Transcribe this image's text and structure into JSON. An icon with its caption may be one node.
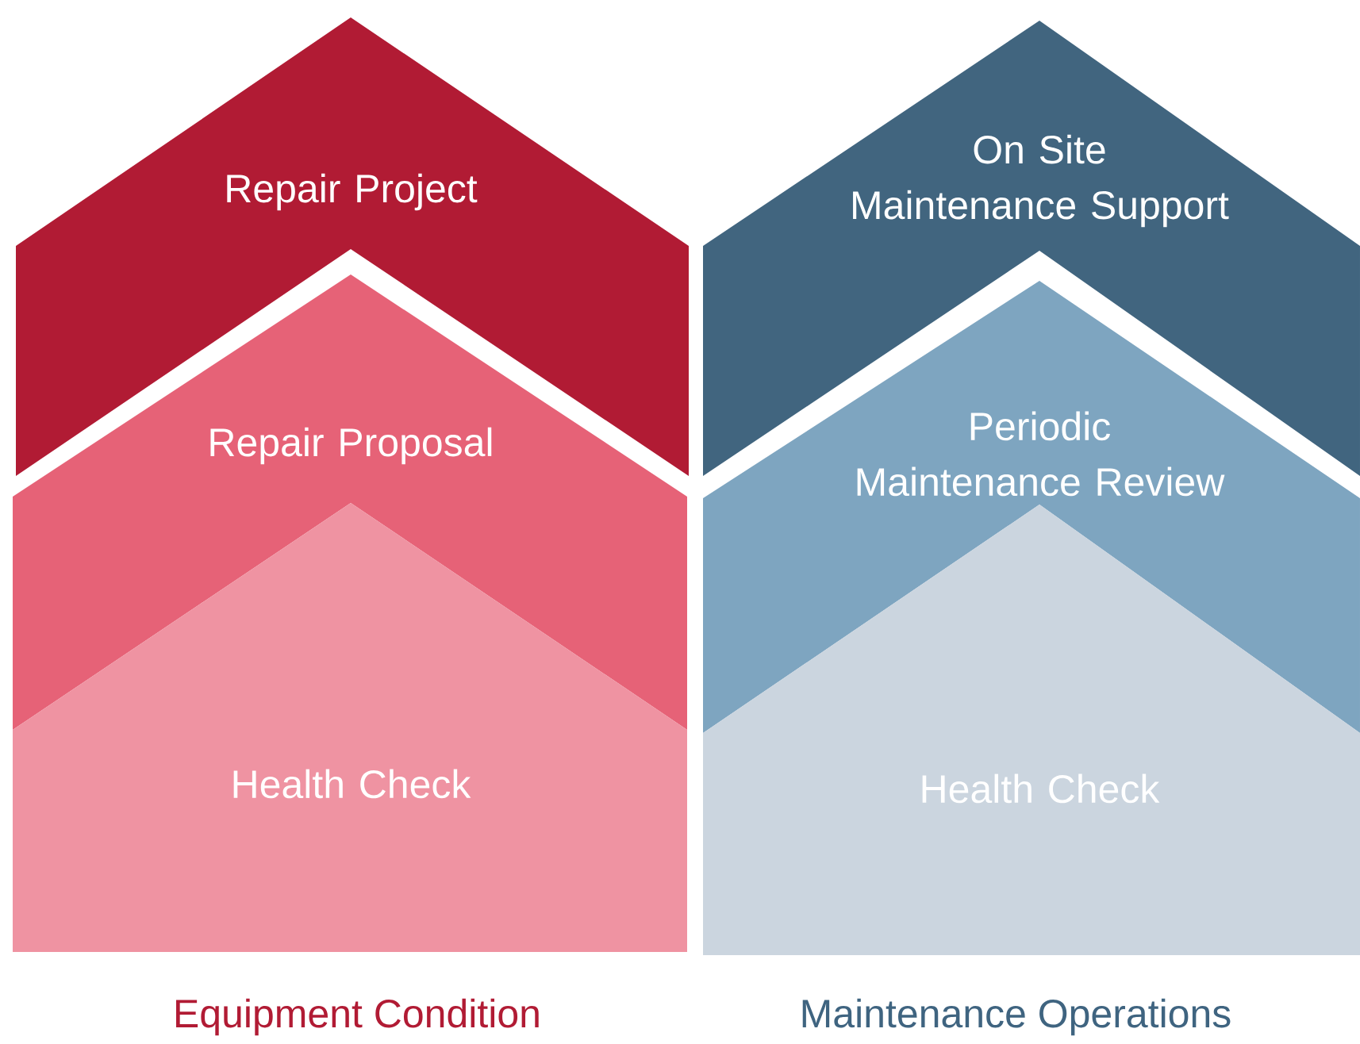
{
  "diagram": {
    "nodes": [
      {
        "text": [
          "Repair Project"
        ]
      },
      {
        "text": [
          "Repair Proposal"
        ]
      },
      {
        "text": [
          "Health Check"
        ]
      },
      {
        "text": [
          "On Site Maintenance Support"
        ]
      },
      {
        "text": [
          "Periodic Maintenance Review"
        ]
      },
      {
        "text": [
          "Health Check"
        ]
      }
    ],
    "labels": [
      "Equipment Condition",
      "Maintenance Operations"
    ]
  }
}
